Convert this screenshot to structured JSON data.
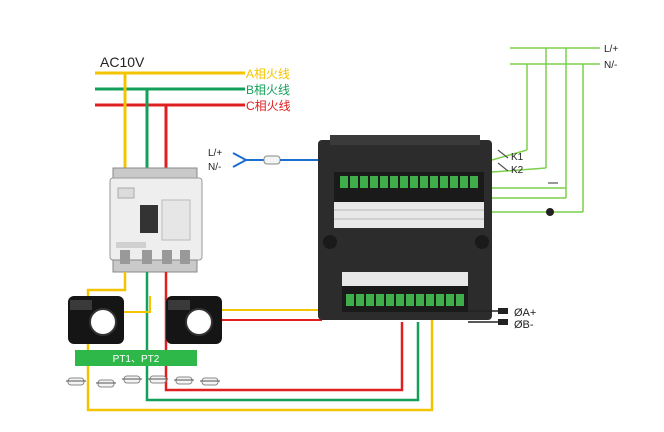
{
  "supply": {
    "voltage_label": "AC10V"
  },
  "phases": [
    {
      "label": "A相火线",
      "color": "#f5c400"
    },
    {
      "label": "B相火线",
      "color": "#14a05a"
    },
    {
      "label": "C相火线",
      "color": "#e02020"
    }
  ],
  "aux_power": {
    "live": "L/+",
    "neutral": "N/-"
  },
  "right_bus": {
    "live": "L/+",
    "neutral": "N/-"
  },
  "relays": {
    "k1": "K1",
    "k2": "K2"
  },
  "comm": {
    "a": "ØA+",
    "b": "ØB-"
  },
  "pt_label": "PT1、PT2",
  "colors": {
    "wire_blue": "#1a6fd0",
    "bus_green": "#7cd04a",
    "meter_dark": "#2c2c2c",
    "pt_green": "#2fb84a"
  }
}
